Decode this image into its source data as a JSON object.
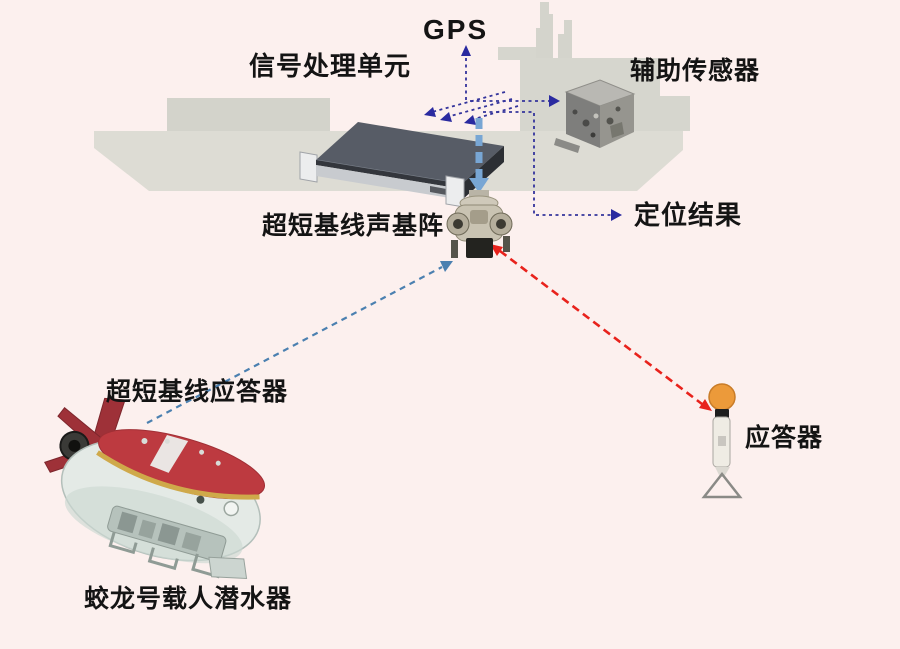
{
  "labels": {
    "gps": "GPS",
    "signal_unit": "信号处理单元",
    "aux_sensor": "辅助传感器",
    "usbl_array": "超短基线声基阵",
    "positioning_result": "定位结果",
    "usbl_transponder": "超短基线应答器",
    "transponder": "应答器",
    "submersible": "蛟龙号载人潜水器"
  },
  "icons": {
    "ship": "ship-silhouette",
    "signal_unit_device": "rack-processor-unit",
    "aux_sensor_device": "sensor-cube",
    "usbl_array_device": "usbl-transducer-head",
    "transponder_device": "seafloor-transponder-with-float",
    "submersible_device": "jiaolong-manned-submersible"
  },
  "colors": {
    "background": "#fcf0ee",
    "ship_gray": "#dcdcd4",
    "link_blue": "#34349c",
    "downlink_blue": "#78a6d4",
    "acoustic_blue": "#4b80b0",
    "acoustic_red": "#e8221c",
    "transponder_orange": "#ec9a3a",
    "submersible_red": "#bd3a40",
    "label_black": "#141414"
  }
}
